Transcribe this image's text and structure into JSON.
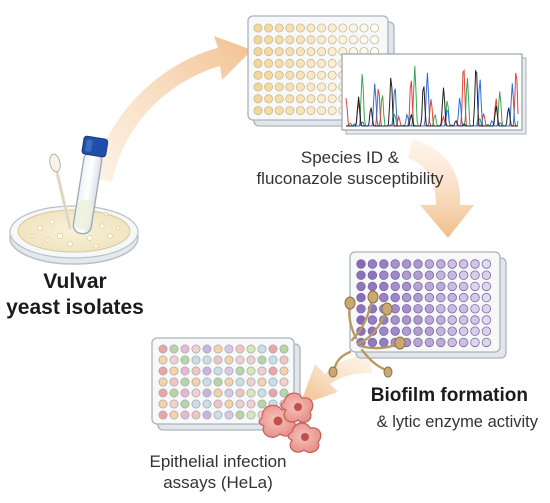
{
  "labels": {
    "isolates": [
      "Vulvar",
      "yeast isolates"
    ],
    "species": [
      "Species ID &",
      "fluconazole susceptibility"
    ],
    "biofilm": [
      "Biofilm formation",
      "& lytic enzyme activity"
    ],
    "epithelial": [
      "Epithelial infection",
      "assays (HeLa)"
    ]
  },
  "colors": {
    "arrow": "#f3c79a",
    "plate_frame": "#d9dde2",
    "yellow_well": "#f3d79a",
    "purple_well": "#9b83c4",
    "tube_cap": "#1f4fa8",
    "chromatogram": [
      "#3aa655",
      "#e0433a",
      "#2f6fd6",
      "#222222"
    ]
  },
  "icons": [
    "petri-dish-icon",
    "culture-tube-icon",
    "swab-icon",
    "microplate-icon",
    "chromatogram-icon",
    "fungal-hyphae-icon",
    "hela-cell-icon",
    "flow-arrow-icon"
  ]
}
